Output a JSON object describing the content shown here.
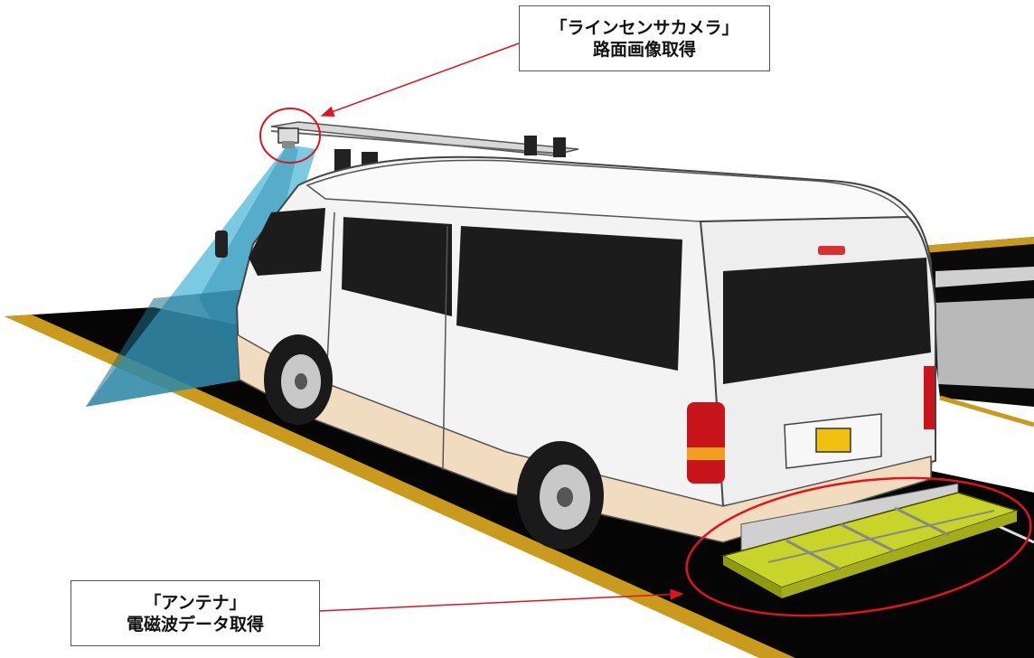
{
  "callouts": {
    "camera": {
      "line1": "「ラインセンサカメラ」",
      "line2": "路面画像取得"
    },
    "antenna": {
      "line1": "「アンテナ」",
      "line2": "電磁波データ取得"
    }
  },
  "colors": {
    "van_body": "#f3f3f3",
    "van_lower_trim": "#f2dcc0",
    "windows": "#1c1c1c",
    "road": "#050505",
    "road_edge_line": "#c99a1c",
    "camera_beam": "#4fb8d8",
    "antenna_panel": "#c8d42a",
    "highlight_ellipse": "#e0141e",
    "leader_line": "#e0141e"
  },
  "icons": [
    "line-sensor-camera-icon",
    "gpr-antenna-icon",
    "van-illustration"
  ]
}
